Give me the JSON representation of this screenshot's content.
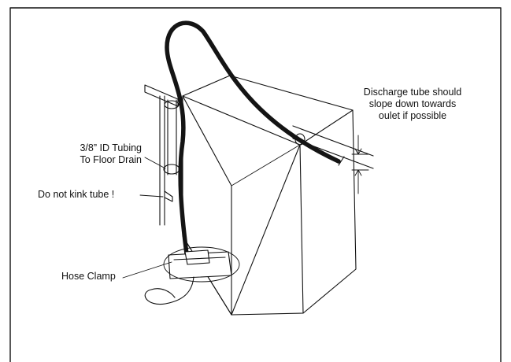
{
  "callouts": {
    "discharge": [
      "Discharge tube should",
      "slope down towards",
      "oulet if possible"
    ],
    "tubing": [
      "3/8” ID Tubing",
      "To Floor Drain"
    ],
    "kink": "Do not kink tube !",
    "clamp": "Hose Clamp"
  },
  "colors": {
    "line": "#111111",
    "tube": "#141414",
    "background": "#ffffff"
  }
}
